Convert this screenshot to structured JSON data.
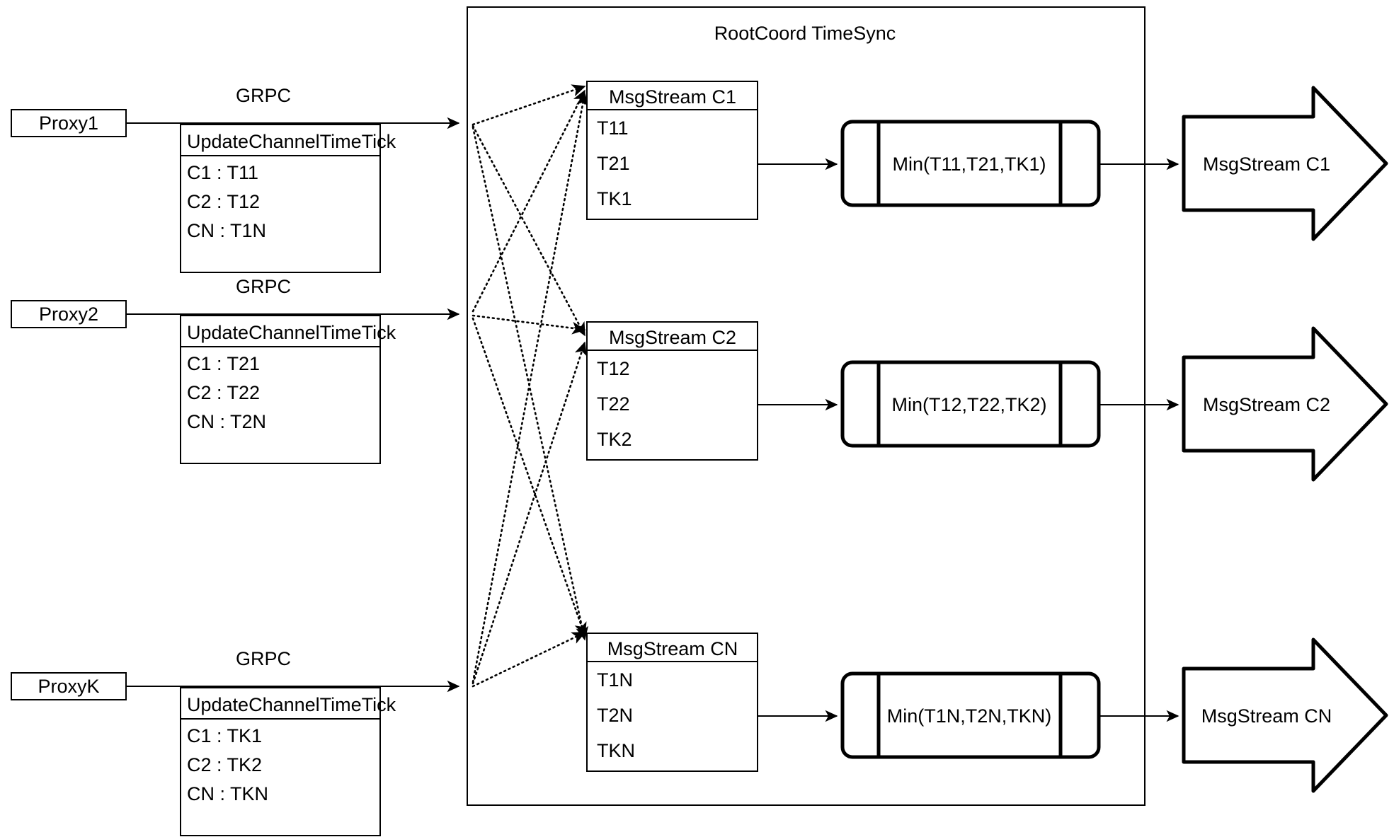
{
  "diagram": {
    "title": "RootCoord TimeSync",
    "container_label": "RootCoord TimeSync",
    "colors": {
      "stroke": "#000000",
      "background": "#ffffff",
      "text": "#000000"
    },
    "proxies": [
      {
        "name": "Proxy1",
        "link_label": "GRPC",
        "rpc_title": "UpdateChannelTimeTick",
        "rows": [
          "C1 :  T11",
          "C2 :  T12",
          "CN : T1N"
        ]
      },
      {
        "name": "Proxy2",
        "link_label": "GRPC",
        "rpc_title": "UpdateChannelTimeTick",
        "rows": [
          "C1 :  T21",
          "C2 :  T22",
          "CN : T2N"
        ]
      },
      {
        "name": "ProxyK",
        "link_label": "GRPC",
        "rpc_title": "UpdateChannelTimeTick",
        "rows": [
          "C1 :  TK1",
          "C2 :  TK2",
          "CN : TKN"
        ]
      }
    ],
    "channels": [
      {
        "stream_title": "MsgStream C1",
        "ticks": [
          "T11",
          "T21",
          "TK1"
        ],
        "min_label": "Min(T11,T21,TK1)",
        "output_label": "MsgStream C1"
      },
      {
        "stream_title": "MsgStream C2",
        "ticks": [
          "T12",
          "T22",
          "TK2"
        ],
        "min_label": "Min(T12,T22,TK2)",
        "output_label": "MsgStream C2"
      },
      {
        "stream_title": "MsgStream CN",
        "ticks": [
          "T1N",
          "T2N",
          "TKN"
        ],
        "min_label": "Min(T1N,T2N,TKN)",
        "output_label": "MsgStream CN"
      }
    ]
  }
}
